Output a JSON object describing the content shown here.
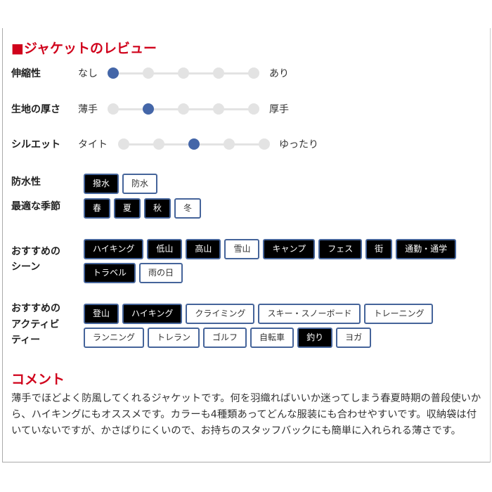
{
  "review_title": "■ジャケットのレビュー",
  "sliders": [
    {
      "label": "伸縮性",
      "left": "なし",
      "right": "あり",
      "value": 1,
      "steps": 5
    },
    {
      "label": "生地の厚さ",
      "left": "薄手",
      "right": "厚手",
      "value": 2,
      "steps": 5
    },
    {
      "label": "シルエット",
      "left": "タイト",
      "right": "ゆったり",
      "value": 3,
      "steps": 5
    }
  ],
  "tag_groups": [
    {
      "label": [
        "防水性"
      ],
      "tags": [
        {
          "t": "撥水",
          "on": true
        },
        {
          "t": "防水",
          "on": false
        }
      ]
    },
    {
      "label": [
        "最適な季節"
      ],
      "tags": [
        {
          "t": "春",
          "on": true
        },
        {
          "t": "夏",
          "on": true
        },
        {
          "t": "秋",
          "on": true
        },
        {
          "t": "冬",
          "on": false
        }
      ]
    },
    {
      "label": [
        "おすすめの",
        "シーン"
      ],
      "tags": [
        {
          "t": "ハイキング",
          "on": true
        },
        {
          "t": "低山",
          "on": true
        },
        {
          "t": "高山",
          "on": true
        },
        {
          "t": "雪山",
          "on": false
        },
        {
          "t": "キャンプ",
          "on": true
        },
        {
          "t": "フェス",
          "on": true
        },
        {
          "t": "街",
          "on": true
        },
        {
          "t": "通勤・通学",
          "on": true
        },
        {
          "t": "トラベル",
          "on": true
        },
        {
          "t": "雨の日",
          "on": false
        }
      ]
    },
    {
      "label": [
        "おすすめの",
        "アクティビ",
        "ティー"
      ],
      "tags": [
        {
          "t": "登山",
          "on": true
        },
        {
          "t": "ハイキング",
          "on": true
        },
        {
          "t": "クライミング",
          "on": false
        },
        {
          "t": "スキー・スノーボード",
          "on": false
        },
        {
          "t": "トレーニング",
          "on": false
        },
        {
          "t": "ランニング",
          "on": false
        },
        {
          "t": "トレラン",
          "on": false
        },
        {
          "t": "ゴルフ",
          "on": false
        },
        {
          "t": "自転車",
          "on": false
        },
        {
          "t": "釣り",
          "on": true
        },
        {
          "t": "ヨガ",
          "on": false
        }
      ]
    }
  ],
  "comment_title": "コメント",
  "comment_text": "薄手でほどよく防風してくれるジャケットです。何を羽織ればいいか迷ってしまう春夏時期の普段使いから、ハイキングにもオススメです。カラーも4種類あってどんな服装にも合わせやすいです。収納袋は付いていないですが、かさばりにくいので、お持ちのスタッフバックにも簡単に入れられる薄さです。",
  "colors": {
    "accent": "#d0021b",
    "slider_on": "#4466a8",
    "tag_border": "#45649a"
  }
}
